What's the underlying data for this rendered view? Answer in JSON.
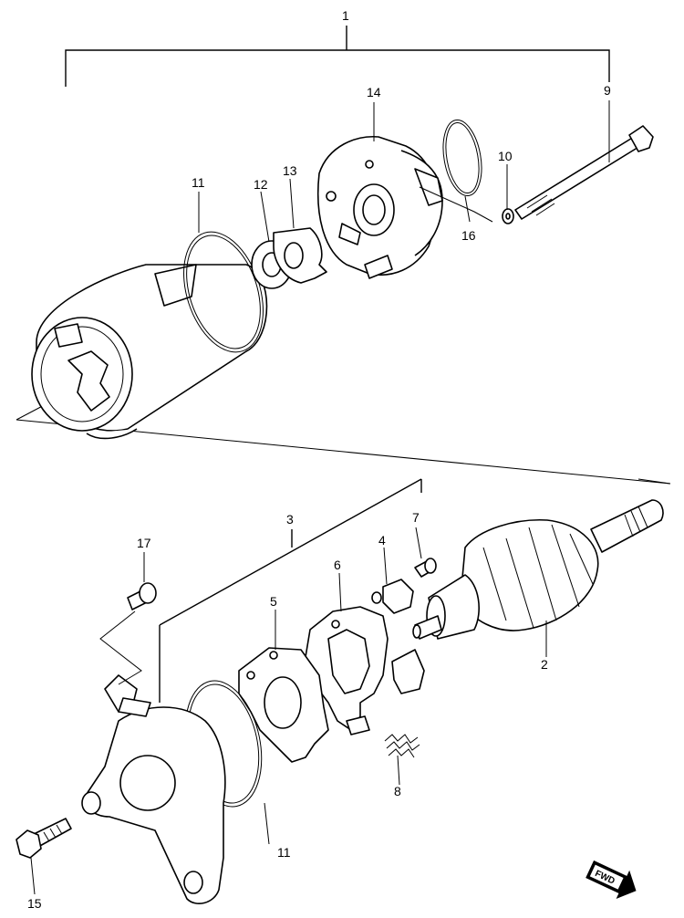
{
  "diagram": {
    "callouts": {
      "c1": "1",
      "c2": "2",
      "c3": "3",
      "c4": "4",
      "c5": "5",
      "c6": "6",
      "c7": "7",
      "c8": "8",
      "c9": "9",
      "c10": "10",
      "c11_top": "11",
      "c11_bottom": "11",
      "c12": "12",
      "c13": "13",
      "c14": "14",
      "c15": "15",
      "c16": "16",
      "c17": "17"
    },
    "direction_badge": "FWD"
  }
}
